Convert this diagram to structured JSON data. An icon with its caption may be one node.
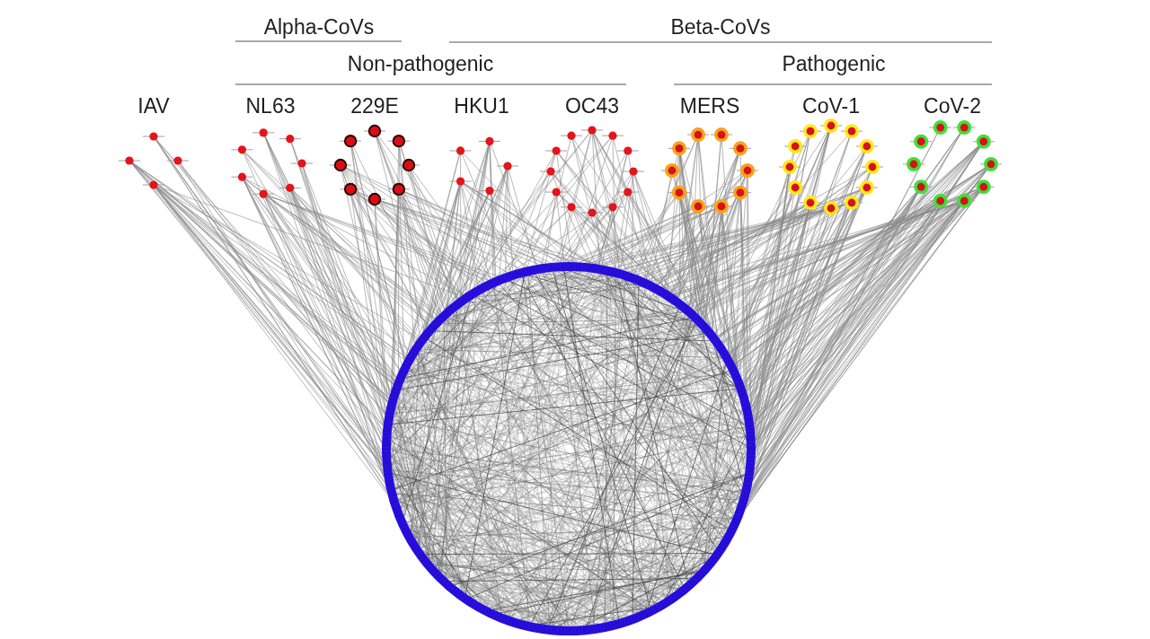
{
  "diagram": {
    "nodes": [
      {
        "text": [
          "IAV"
        ]
      },
      {
        "text": [
          "NL63"
        ]
      },
      {
        "text": [
          "229E"
        ]
      },
      {
        "text": [
          "HKU1"
        ]
      },
      {
        "text": [
          "OC43"
        ]
      },
      {
        "text": [
          "MERS"
        ]
      },
      {
        "text": [
          "CoV-1"
        ]
      },
      {
        "text": [
          "CoV-2"
        ]
      },
      {
        "text": [],
        "shape": "circle"
      }
    ],
    "edges": [
      {
        "from": 0,
        "to": 8,
        "arrow": "none"
      },
      {
        "from": 1,
        "to": 8,
        "arrow": "none"
      },
      {
        "from": 2,
        "to": 8,
        "arrow": "none"
      },
      {
        "from": 3,
        "to": 8,
        "arrow": "none"
      },
      {
        "from": 4,
        "to": 8,
        "arrow": "none"
      },
      {
        "from": 5,
        "to": 8,
        "arrow": "none"
      },
      {
        "from": 6,
        "to": 8,
        "arrow": "none"
      },
      {
        "from": 7,
        "to": 8,
        "arrow": "none"
      }
    ],
    "labels": [
      "Alpha-CoVs",
      "Beta-CoVs",
      "Non-pathogenic",
      "Pathogenic"
    ]
  }
}
